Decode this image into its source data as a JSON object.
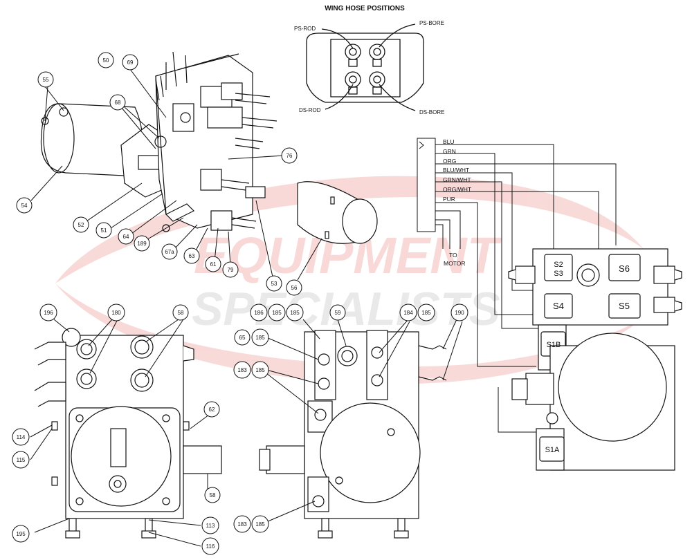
{
  "watermark": {
    "line1": "EQUIPMENT",
    "line2": "SPECIALISTS"
  },
  "wing_hose": {
    "title": "WING HOSE POSITIONS",
    "ps_rod": "PS-ROD",
    "ps_bore": "PS-BORE",
    "ds_rod": "DS-ROD",
    "ds_bore": "DS-BORE"
  },
  "wires": [
    "BLU",
    "GRN",
    "ORG",
    "BLU/WHT",
    "GRN/WHT",
    "ORG/WHT",
    "PUR"
  ],
  "to_motor": {
    "line1": "TO",
    "line2": "MOTOR"
  },
  "solenoids": {
    "s2s3_a": "S2",
    "s2s3_b": "S3",
    "s6": "S6",
    "s4": "S4",
    "s5": "S5",
    "s1b": "S1B",
    "s1a": "S1A"
  },
  "callouts": {
    "c50": "50",
    "c69": "69",
    "c55": "55",
    "c68": "68",
    "c76": "76",
    "c54": "54",
    "c52": "52",
    "c51": "51",
    "c64": "64",
    "c189": "189",
    "c67a": "67a",
    "c63": "63",
    "c61": "61",
    "c79": "79",
    "c53": "53",
    "c56": "56",
    "c196": "196",
    "c180": "180",
    "c58a": "58",
    "c62": "62",
    "c114": "114",
    "c115": "115",
    "c58b": "58",
    "c195": "195",
    "c113": "113",
    "c116": "116",
    "c186": "186",
    "c185a": "185",
    "c185b": "185",
    "c59": "59",
    "c184": "184",
    "c185c": "185",
    "c190": "190",
    "c65": "65",
    "c185d": "185",
    "c183a": "183",
    "c185e": "185",
    "c183b": "183",
    "c185f": "185"
  },
  "colors": {
    "watermark_red": "#d9332b",
    "watermark_gray": "#8a8a8a",
    "line": "#111111"
  }
}
